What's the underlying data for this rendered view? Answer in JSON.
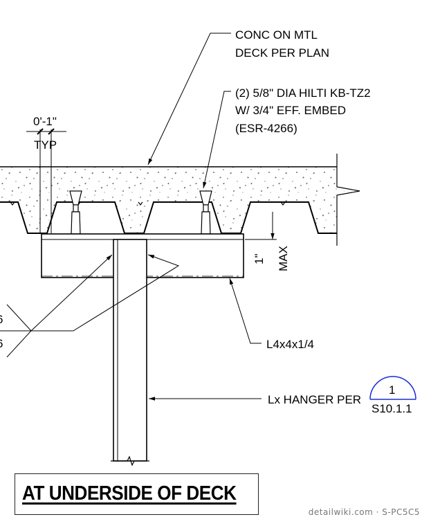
{
  "notes": {
    "deck": [
      "CONC ON MTL",
      "DECK PER PLAN"
    ],
    "anchor": [
      "(2) 5/8\" DIA HILTI KB-TZ2",
      "W/ 3/4\" EFF. EMBED",
      "(ESR-4266)"
    ],
    "dimension_value": "0'-1\"",
    "dimension_note": "TYP",
    "gap_value": "1\"",
    "gap_note": "MAX",
    "angle": "L4x4x1/4",
    "hanger": "Lx HANGER PER",
    "weld_top": "6",
    "weld_bottom": "6"
  },
  "detail_reference": {
    "number": "1",
    "sheet": "S10.1.1",
    "color": "#1a2bd6"
  },
  "title": "AT UNDERSIDE OF DECK",
  "watermark": "detailwiki.com · S-PC5C5"
}
